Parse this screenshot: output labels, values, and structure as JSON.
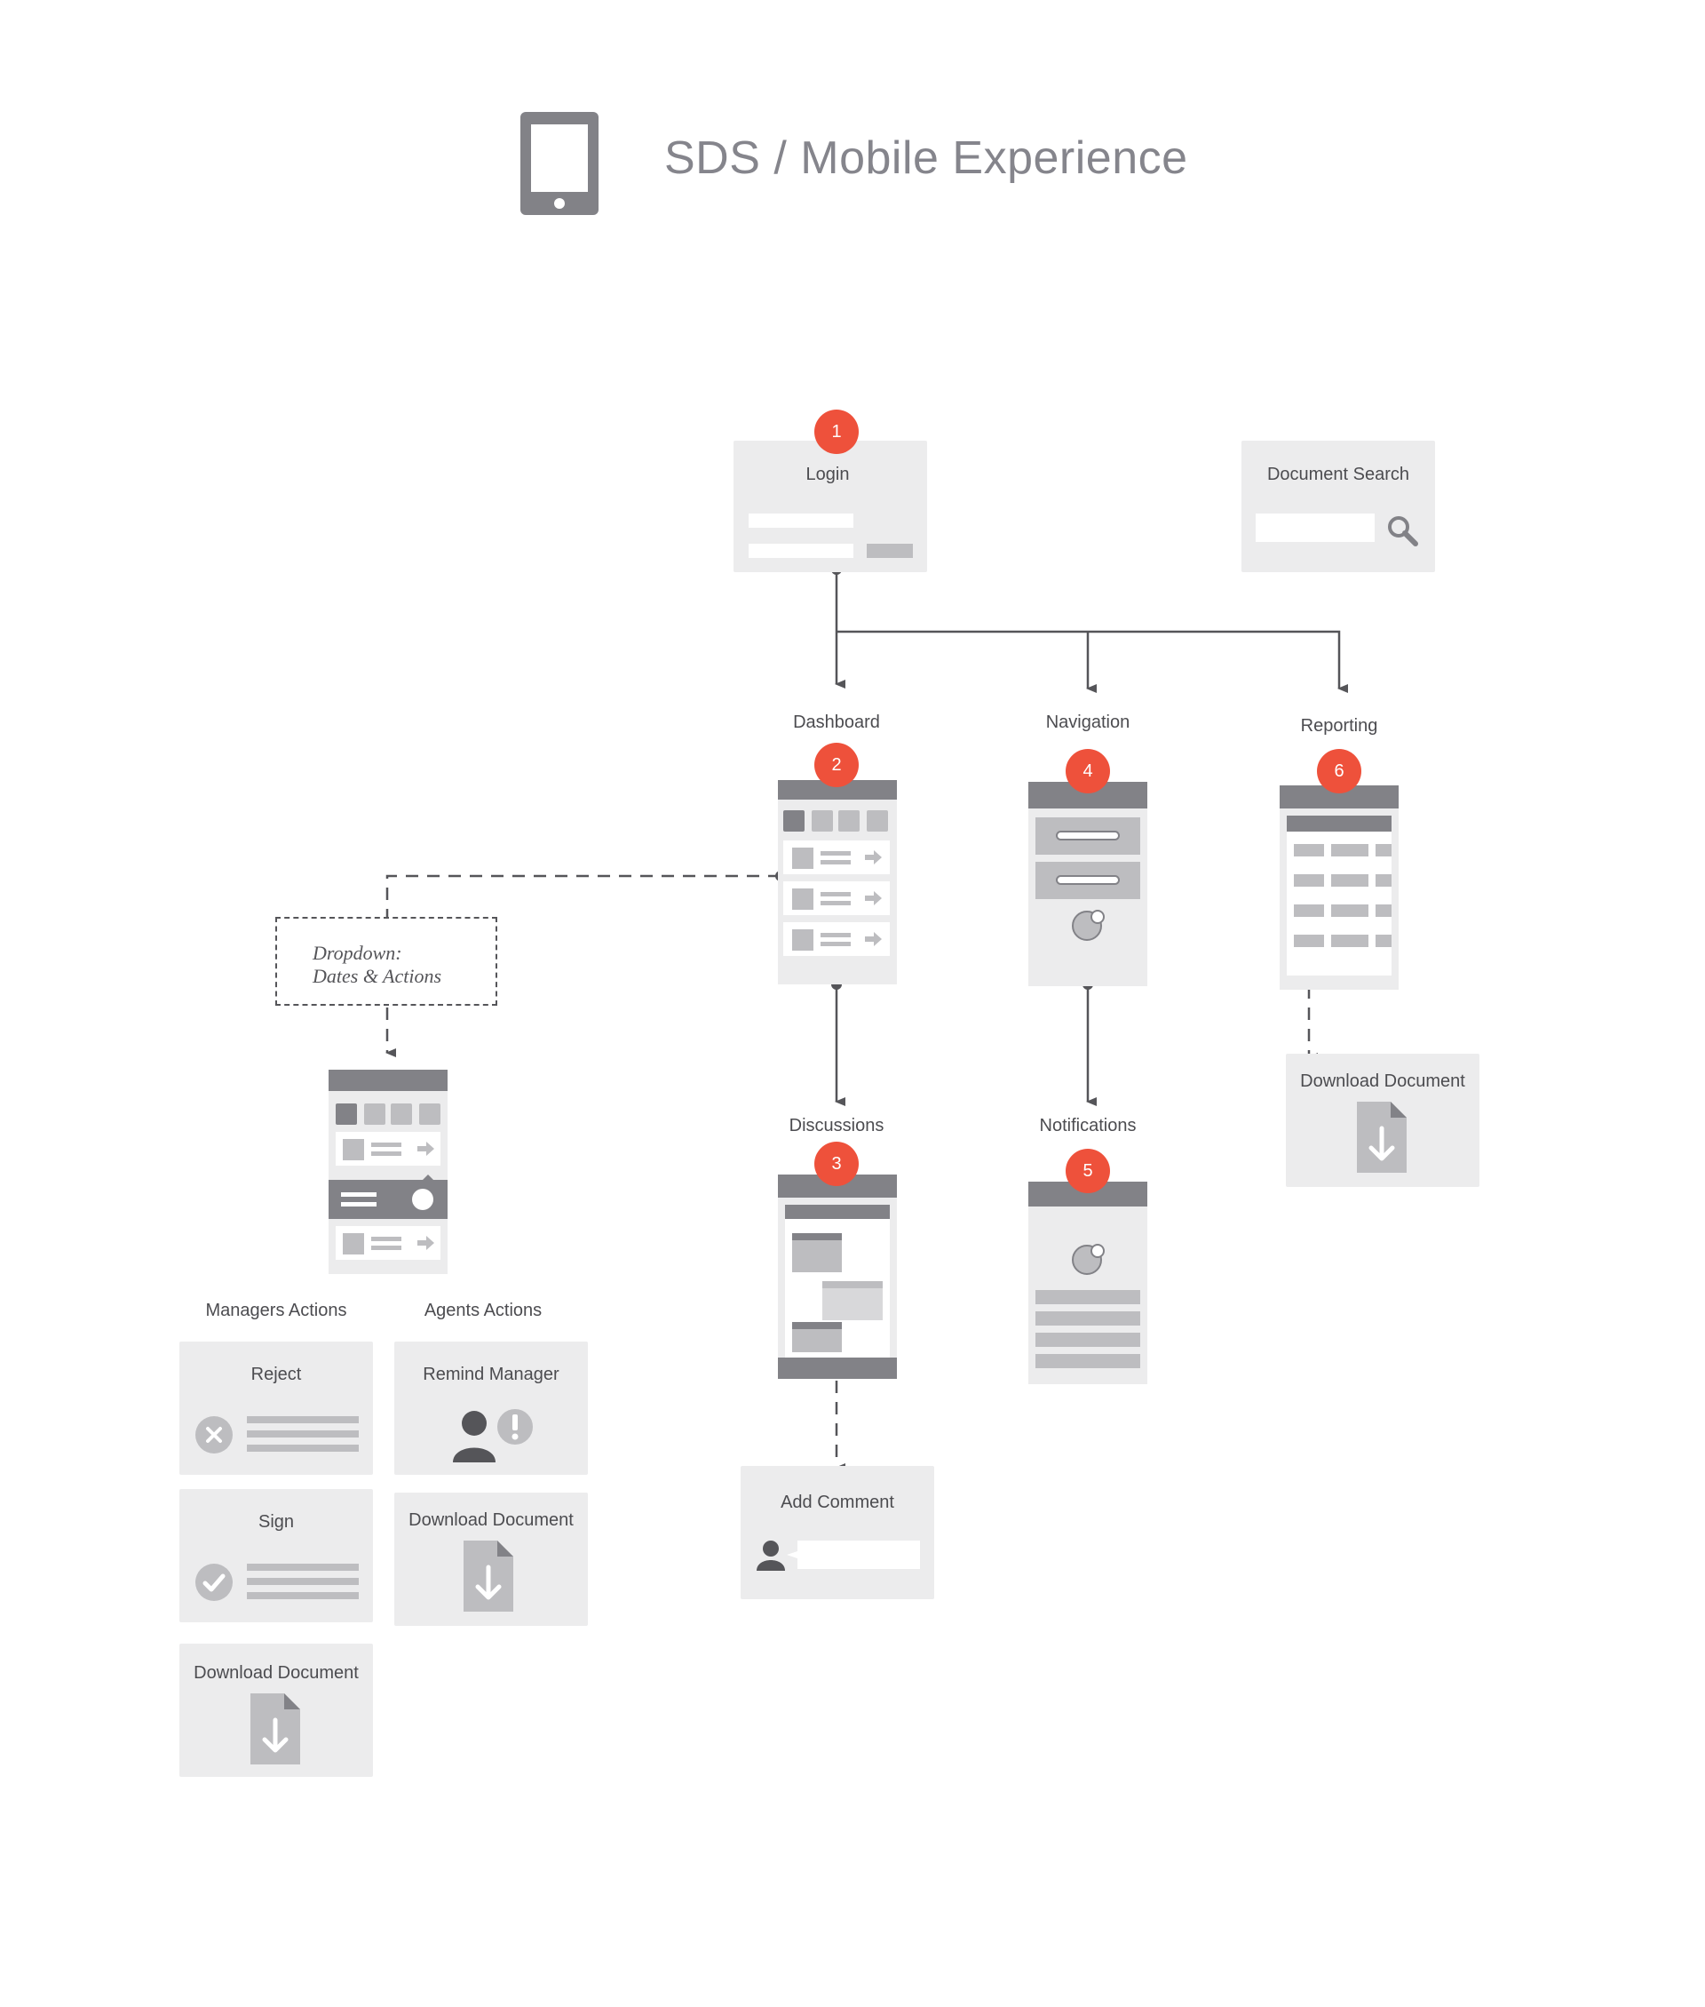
{
  "header": {
    "title": "SDS / Mobile Experience",
    "icon": "tablet-icon"
  },
  "colors": {
    "badge": "#ee513b",
    "card_bg": "#ececed",
    "line": "#555559",
    "wire_dark": "#828287",
    "wire_mid": "#bdbdc0"
  },
  "cards": {
    "login": {
      "label": "Login"
    },
    "document_search": {
      "label": "Document Search"
    },
    "reporting_download": {
      "label": "Download Document"
    },
    "add_comment": {
      "label": "Add Comment"
    },
    "reject": {
      "label": "Reject"
    },
    "remind_manager": {
      "label": "Remind Manager"
    },
    "sign": {
      "label": "Sign"
    },
    "agents_download": {
      "label": "Download Document"
    },
    "managers_download": {
      "label": "Download Document"
    }
  },
  "screens": {
    "dashboard": {
      "label": "Dashboard",
      "badge": "2"
    },
    "navigation": {
      "label": "Navigation",
      "badge": "4"
    },
    "reporting": {
      "label": "Reporting",
      "badge": "6"
    },
    "discussions": {
      "label": "Discussions",
      "badge": "3"
    },
    "notifications": {
      "label": "Notifications",
      "badge": "5"
    }
  },
  "login_badge": "1",
  "dropdown_note": {
    "line1": "Dropdown:",
    "line2": "Dates & Actions"
  },
  "groups": {
    "managers": "Managers Actions",
    "agents": "Agents Actions"
  }
}
